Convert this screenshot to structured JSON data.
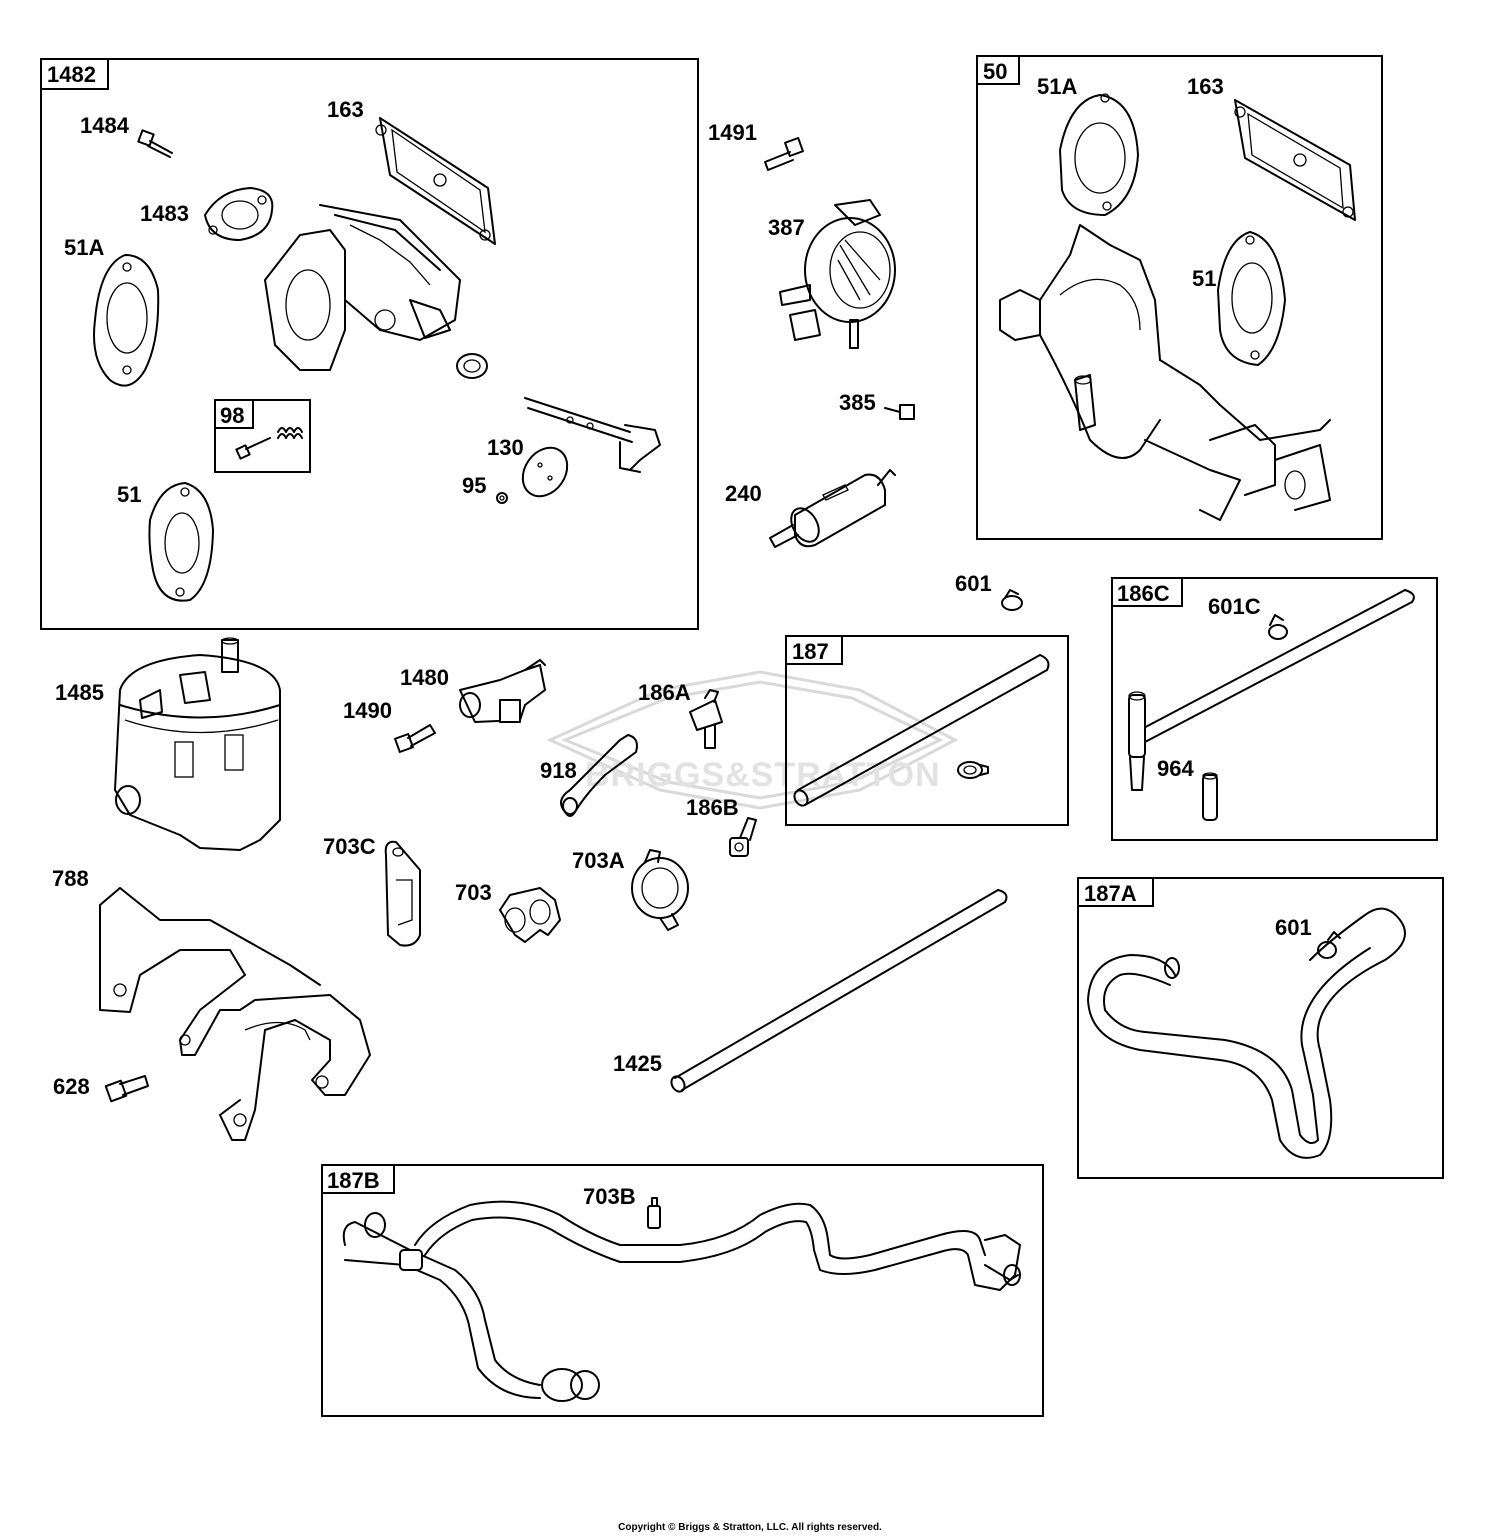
{
  "watermark": "BRIGGS&STRATTON",
  "copyright": "Copyright © Briggs & Stratton, LLC. All rights reserved.",
  "groups": {
    "g1482": "1482",
    "g98": "98",
    "g50": "50",
    "g187": "187",
    "g186C": "186C",
    "g187A": "187A",
    "g187B": "187B"
  },
  "labels": {
    "l1484": "1484",
    "l163a": "163",
    "l1483": "1483",
    "l51Aa": "51A",
    "l130": "130",
    "l95": "95",
    "l51a": "51",
    "l1491": "1491",
    "l387": "387",
    "l385": "385",
    "l240": "240",
    "l51Ab": "51A",
    "l163b": "163",
    "l51b": "51",
    "l601a": "601",
    "l601C": "601C",
    "l964": "964",
    "l1485": "1485",
    "l1480": "1480",
    "l1490": "1490",
    "l186A": "186A",
    "l918": "918",
    "l186B": "186B",
    "l703C": "703C",
    "l703": "703",
    "l703A": "703A",
    "l788": "788",
    "l628": "628",
    "l1425": "1425",
    "l601b": "601",
    "l703B": "703B"
  }
}
